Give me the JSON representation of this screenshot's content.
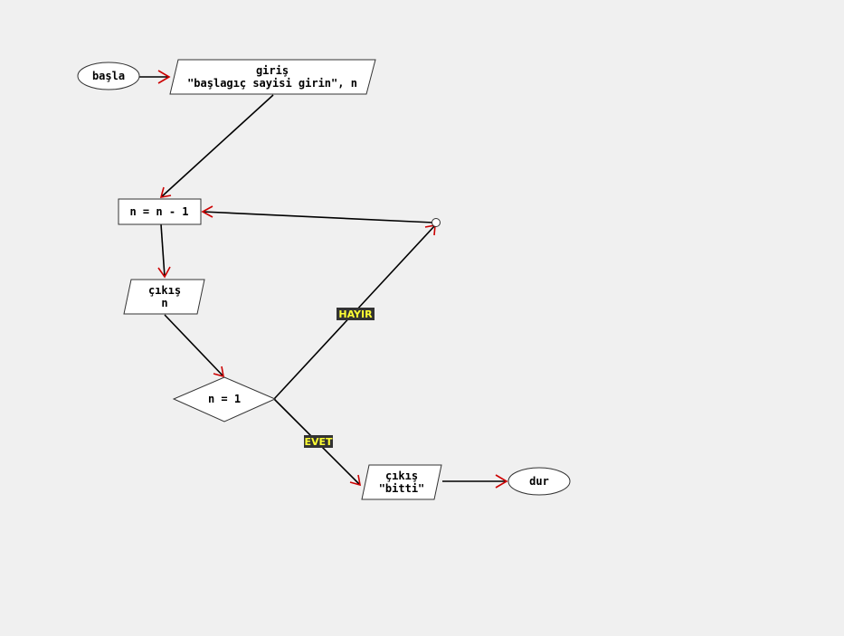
{
  "diagram": {
    "nodes": {
      "start": {
        "shape": "ellipse",
        "lines": [
          "başla"
        ]
      },
      "input": {
        "shape": "parallelogram",
        "lines": [
          "giriş",
          "\"başlagıç sayisi girin\", n"
        ]
      },
      "process": {
        "shape": "rectangle",
        "lines": [
          "n = n - 1"
        ]
      },
      "output_n": {
        "shape": "parallelogram",
        "lines": [
          "çıkış",
          "n"
        ]
      },
      "decision": {
        "shape": "diamond",
        "lines": [
          "n = 1"
        ]
      },
      "output_done": {
        "shape": "parallelogram",
        "lines": [
          "çıkış",
          "\"bitti\""
        ]
      },
      "end": {
        "shape": "ellipse",
        "lines": [
          "dur"
        ]
      }
    },
    "edges": [
      {
        "from": "start",
        "to": "input",
        "label": ""
      },
      {
        "from": "input",
        "to": "process",
        "label": ""
      },
      {
        "from": "process",
        "to": "output_n",
        "label": ""
      },
      {
        "from": "output_n",
        "to": "decision",
        "label": ""
      },
      {
        "from": "decision",
        "to": "loop_junction",
        "label": "HAYIR"
      },
      {
        "from": "loop_junction",
        "to": "process",
        "label": ""
      },
      {
        "from": "decision",
        "to": "output_done",
        "label": "EVET"
      },
      {
        "from": "output_done",
        "to": "end",
        "label": ""
      }
    ],
    "colors": {
      "background": "#f0f0f0",
      "node_fill": "#ffffff",
      "node_stroke": "#333333",
      "edge": "#000000",
      "arrowhead": "#cc0000",
      "label_bg": "#333333",
      "label_text": "#ffff33"
    }
  }
}
